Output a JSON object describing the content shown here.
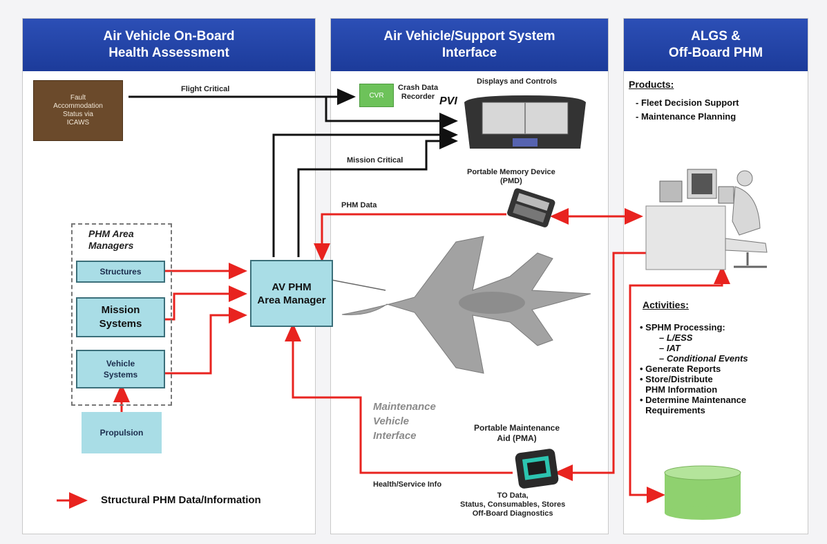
{
  "panels": {
    "left": "Air Vehicle On-Board\nHealth Assessment",
    "middle": "Air Vehicle/Support System\nInterface",
    "right": "ALGS &\nOff-Board PHM"
  },
  "left": {
    "fault_box": "Fault\nAccommodation\nStatus via\nICAWS",
    "phm_area_managers_title": "PHM Area\nManagers",
    "structures": "Structures",
    "mission_systems": "Mission\nSystems",
    "vehicle_systems": "Vehicle\nSystems",
    "propulsion": "Propulsion",
    "av_phm": "AV PHM\nArea Manager",
    "legend": "Structural PHM Data/Information"
  },
  "middle": {
    "flight_critical": "Flight Critical",
    "mission_critical": "Mission Critical",
    "phm_data": "PHM Data",
    "health_service": "Health/Service Info",
    "cvr_box": "CVR",
    "crash_data": "Crash Data\nRecorder",
    "displays_controls": "Displays and Controls",
    "pvi": "PVI",
    "pmd": "Portable Memory Device\n(PMD)",
    "mvi": "Maintenance\nVehicle\nInterface",
    "pma": "Portable Maintenance\nAid (PMA)",
    "to_data": "TO Data,\nStatus, Consumables, Stores\nOff-Board Diagnostics"
  },
  "right": {
    "products_title": "Products:",
    "products": [
      "- Fleet Decision Support",
      "- Maintenance Planning"
    ],
    "activities_title": "Activities:",
    "sphm": "SPHM Processing:",
    "sphm_sub": [
      "– L/ESS",
      "– IAT",
      "– Conditional Events"
    ],
    "generate": "Generate Reports",
    "store": "Store/Distribute\nPHM Information",
    "determine": "Determine Maintenance\nRequirements"
  },
  "colors": {
    "header_blue": "#1f3fa3",
    "red_arrow": "#e8231f",
    "cyan_box": "#a9dde6",
    "brown_box": "#6b4a2b",
    "green_box": "#6dc25a",
    "db_green": "#8fd16f"
  }
}
